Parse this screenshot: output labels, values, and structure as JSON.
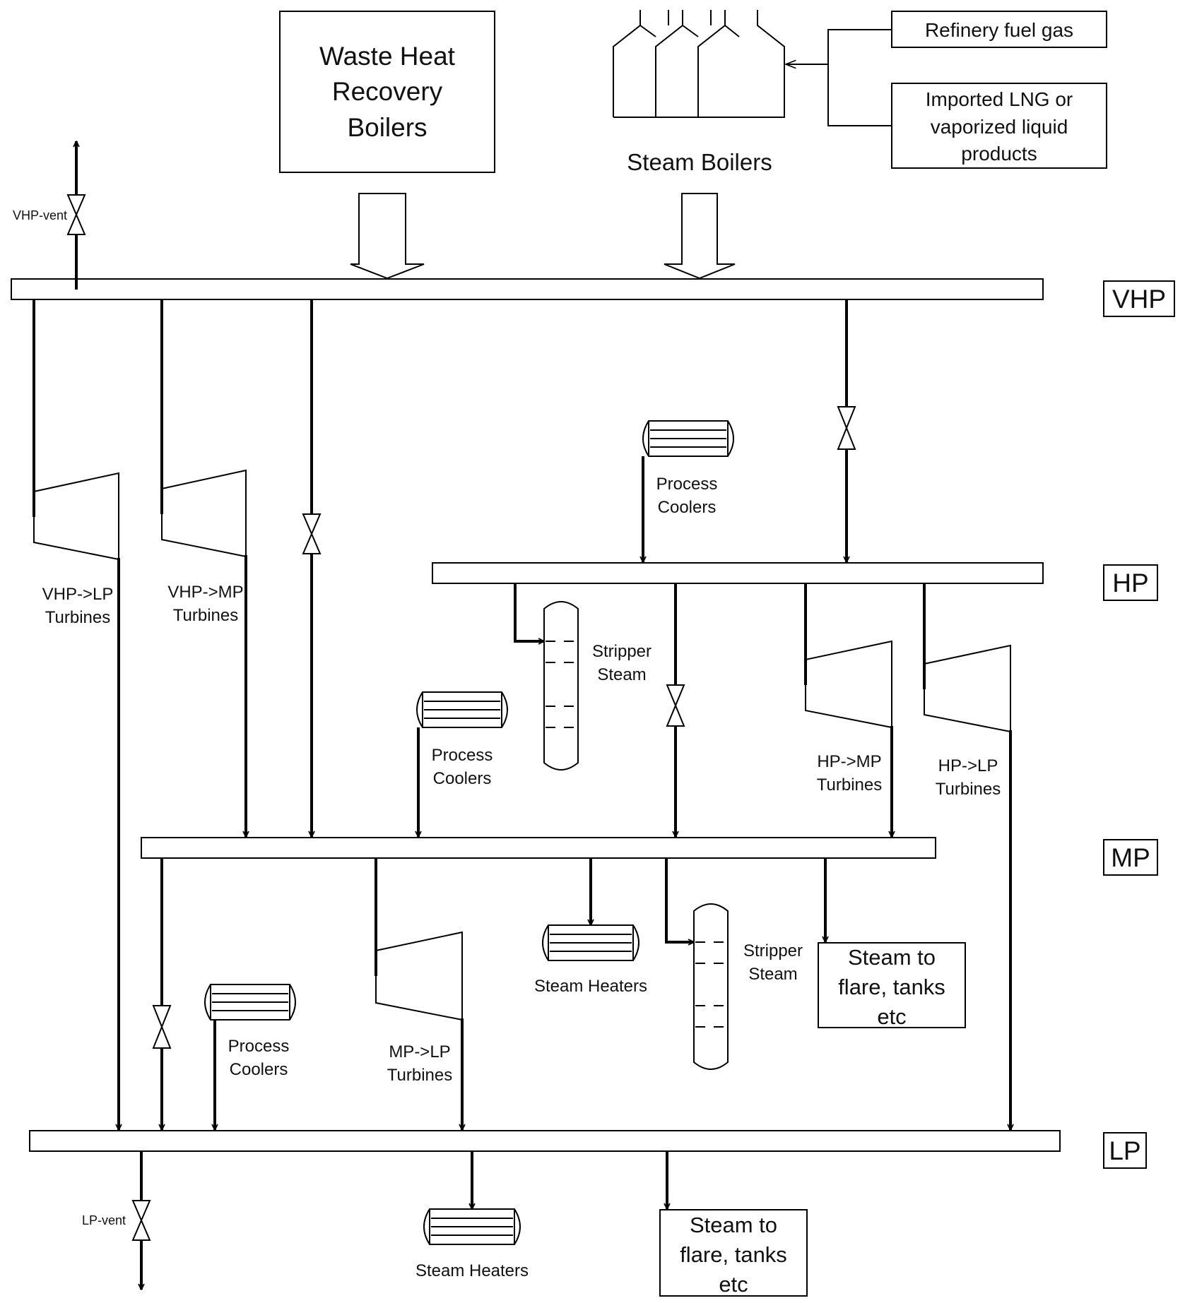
{
  "sources": {
    "waste_heat": [
      "Waste Heat",
      "Recovery",
      "Boilers"
    ],
    "steam_boilers": "Steam Boilers",
    "fuel_gas": "Refinery fuel gas",
    "lng": [
      "Imported LNG or",
      "vaporized liquid",
      "products"
    ]
  },
  "headers": {
    "vhp": "VHP",
    "hp": "HP",
    "mp": "MP",
    "lp": "LP"
  },
  "vents": {
    "vhp": "VHP-vent",
    "lp": "LP-vent"
  },
  "turbines": {
    "vhp_lp": [
      "VHP->LP",
      "Turbines"
    ],
    "vhp_mp": [
      "VHP->MP",
      "Turbines"
    ],
    "hp_mp": [
      "HP->MP",
      "Turbines"
    ],
    "hp_lp": [
      "HP->LP",
      "Turbines"
    ],
    "mp_lp": [
      "MP->LP",
      "Turbines"
    ]
  },
  "equipment": {
    "cooler_hp": [
      "Process",
      "Coolers"
    ],
    "cooler_mp": [
      "Process",
      "Coolers"
    ],
    "cooler_lp": [
      "Process",
      "Coolers"
    ],
    "stripper_hp": [
      "Stripper",
      "Steam"
    ],
    "stripper_mp": [
      "Stripper",
      "Steam"
    ],
    "heater_mp": "Steam Heaters",
    "heater_lp": "Steam Heaters",
    "flare_mp": [
      "Steam to",
      "flare, tanks",
      "etc"
    ],
    "flare_lp": [
      "Steam to",
      "flare, tanks",
      "etc"
    ]
  }
}
